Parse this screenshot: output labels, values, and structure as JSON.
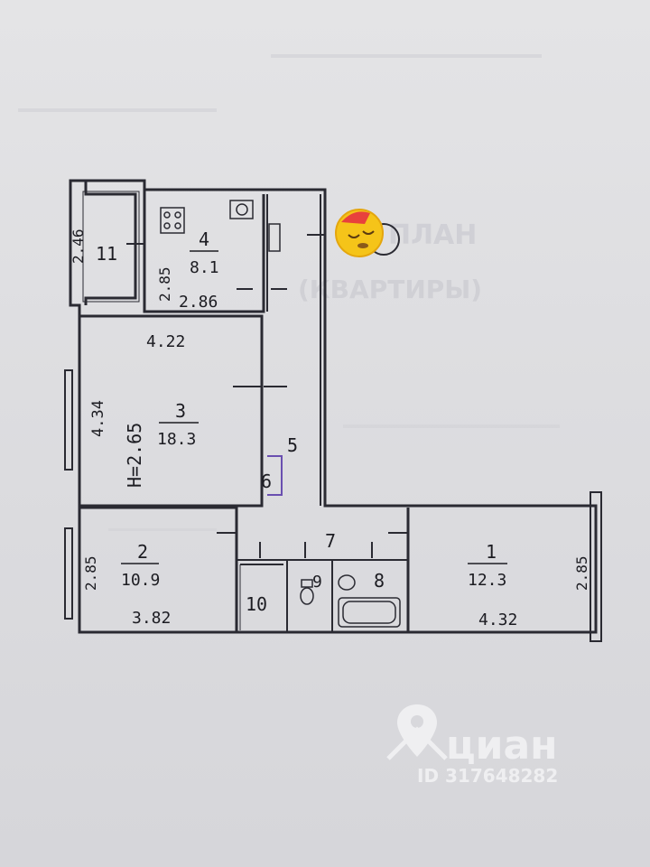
{
  "plan": {
    "balcony": {
      "number": "11",
      "dim": "2.46"
    },
    "kitchen": {
      "number": "4",
      "area": "8.1",
      "dim_side": "2.85",
      "dim_bottom": "2.86"
    },
    "room3": {
      "number": "3",
      "area": "18.3",
      "dim_top": "4.22",
      "dim_side": "4.34",
      "height": "H=2.65"
    },
    "room2": {
      "number": "2",
      "area": "10.9",
      "dim_side": "2.85",
      "dim_bottom": "3.82"
    },
    "room1": {
      "number": "1",
      "area": "12.3",
      "dim_side": "2.85",
      "dim_bottom": "4.32"
    },
    "corridor5": {
      "number": "5"
    },
    "closet6": {
      "number": "6"
    },
    "hall7": {
      "number": "7"
    },
    "bath8": {
      "number": "8"
    },
    "wc9": {
      "number": "9"
    },
    "storage10": {
      "number": "10"
    }
  },
  "watermark": {
    "brand": "циан",
    "id": "ID 317648282"
  },
  "emoji": {
    "icon": "sleepy-face-emoji",
    "glyph": "😴"
  }
}
